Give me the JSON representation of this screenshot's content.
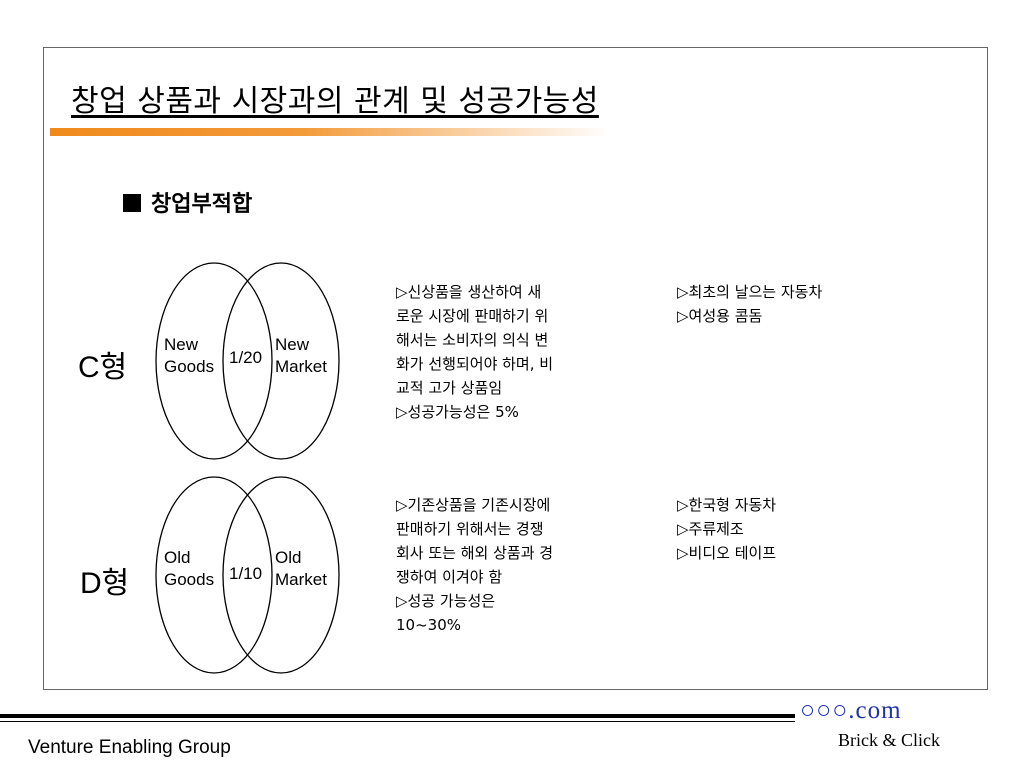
{
  "title": "창업 상품과 시장과의 관계 및 성공가능성",
  "subheading": "창업부적합",
  "types": [
    {
      "label": "C형",
      "left_circle": [
        "New",
        "Goods"
      ],
      "overlap": "1/20",
      "right_circle": [
        "New",
        "Market"
      ],
      "description": [
        "▷신상품을 생산하여 새",
        "로운 시장에 판매하기 위",
        "해서는 소비자의 의식 변",
        "화가 선행되어야 하며, 비",
        "교적 고가 상품임",
        "▷성공가능성은 5%"
      ],
      "examples": [
        "▷최초의 날으는 자동차",
        "▷여성용 콤돔"
      ]
    },
    {
      "label": "D형",
      "left_circle": [
        "Old",
        "Goods"
      ],
      "overlap": "1/10",
      "right_circle": [
        "Old",
        "Market"
      ],
      "description": [
        "▷기존상품을 기존시장에",
        "판매하기 위해서는 경쟁",
        "회사 또는 해외 상품과 경",
        "쟁하여 이겨야 함",
        "▷성공 가능성은",
        "10~30%"
      ],
      "examples": [
        "▷한국형 자동차",
        "▷주류제조",
        "▷비디오 테이프"
      ]
    }
  ],
  "brand": "○○○.com",
  "tagline": "Brick & Click",
  "footer": "Venture Enabling Group",
  "colors": {
    "accent": "#f08a1c",
    "brand": "#2233aa"
  }
}
